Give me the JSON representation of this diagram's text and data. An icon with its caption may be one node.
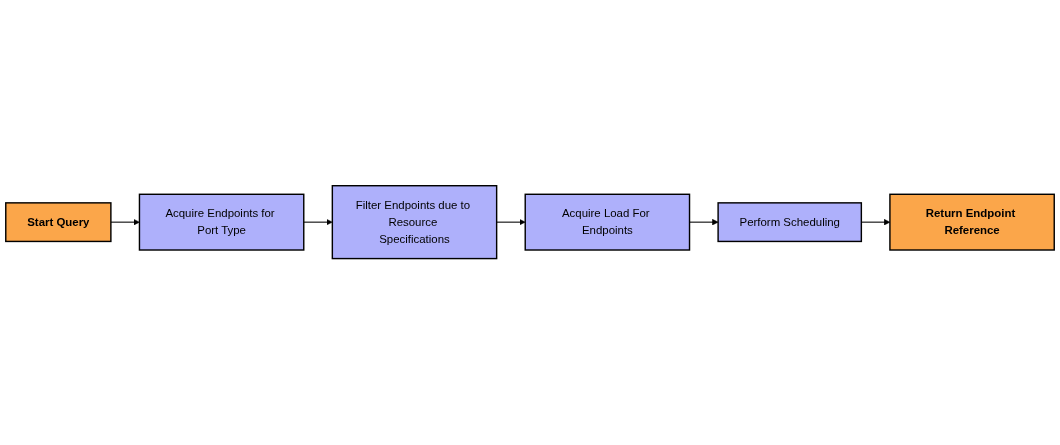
{
  "diagram": {
    "nodes": [
      {
        "text": [
          "Start Query"
        ]
      },
      {
        "text": [
          "Acquire Endpoints for Port Type"
        ]
      },
      {
        "text": [
          "Filter Endpoints due to Resource Specifications"
        ]
      },
      {
        "text": [
          "Acquire Load For Endpoints"
        ]
      },
      {
        "text": [
          "Perform Scheduling"
        ]
      },
      {
        "text": [
          "Return Endpoint Reference"
        ]
      }
    ],
    "edges": [
      {
        "from": 0,
        "to": 1,
        "arrow": "to"
      },
      {
        "from": 1,
        "to": 2,
        "arrow": "to"
      },
      {
        "from": 2,
        "to": 3,
        "arrow": "to"
      },
      {
        "from": 3,
        "to": 4,
        "arrow": "to"
      },
      {
        "from": 4,
        "to": 5,
        "arrow": "to"
      }
    ]
  }
}
